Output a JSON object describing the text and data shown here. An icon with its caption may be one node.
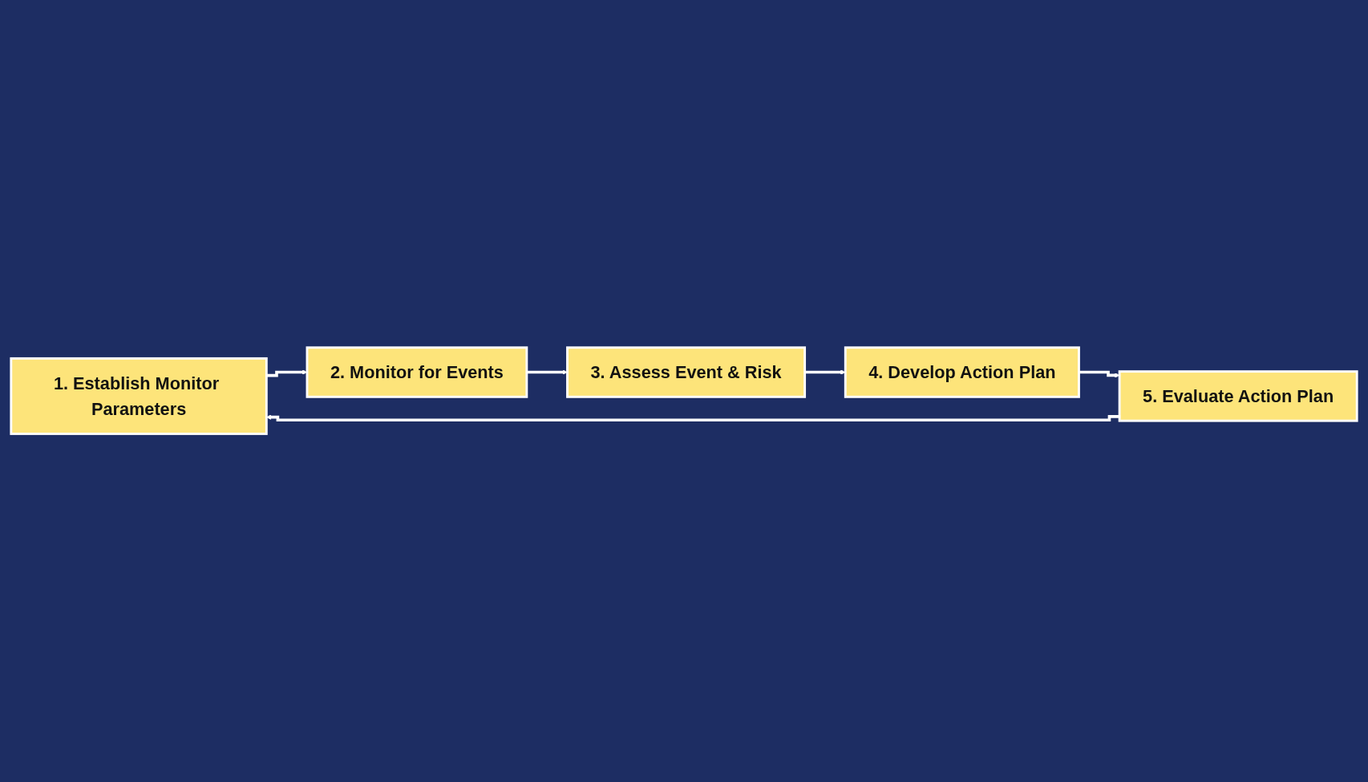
{
  "diagram": {
    "nodes": [
      {
        "text": [
          "1. Establish Monitor Parameters"
        ]
      },
      {
        "text": [
          "2. Monitor for Events"
        ]
      },
      {
        "text": [
          "3. Assess Event & Risk"
        ]
      },
      {
        "text": [
          "4. Develop Action Plan"
        ]
      },
      {
        "text": [
          "5. Evaluate Action Plan"
        ]
      }
    ],
    "edges": [
      {
        "from": 0,
        "to": 1,
        "arrow": "to"
      },
      {
        "from": 1,
        "to": 2,
        "arrow": "to"
      },
      {
        "from": 2,
        "to": 3,
        "arrow": "to"
      },
      {
        "from": 3,
        "to": 4,
        "arrow": "to"
      },
      {
        "from": 4,
        "to": 0,
        "arrow": "to"
      }
    ]
  }
}
